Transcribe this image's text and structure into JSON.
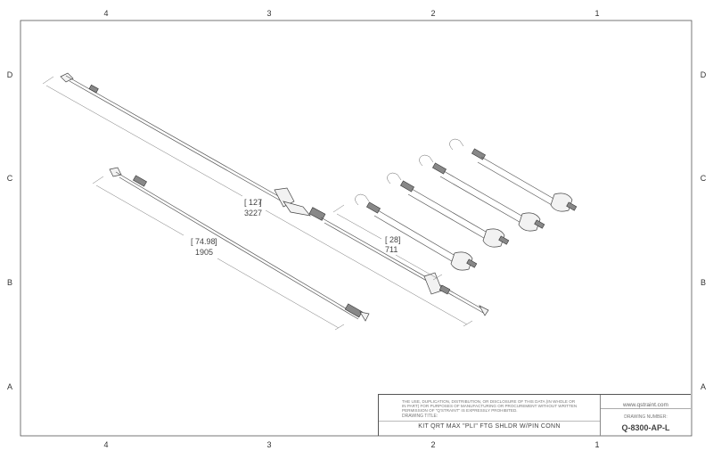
{
  "zones": {
    "columns": [
      "4",
      "3",
      "2",
      "1"
    ],
    "rows": [
      "D",
      "C",
      "B",
      "A"
    ]
  },
  "dimensions": {
    "long_strap": {
      "inch": "127",
      "mm": "3227"
    },
    "short_strap": {
      "inch": "74.98",
      "mm": "1905"
    },
    "shoulder_strap": {
      "inch": "28",
      "mm": "711"
    }
  },
  "title_block": {
    "disclaimer": "THE USE, DUPLICATION, DISTRIBUTION, OR DISCLOSURE OF THIS DATA (IN WHOLE OR IN PART) FOR PURPOSES OF MANUFACTURING OR PROCUREMENT WITHOUT WRITTEN PERMISSION OF \"Q'STRAINT\" IS EXPRESSLY PROHIBITED.",
    "drawing_title_label": "DRAWING TITLE:",
    "drawing_title": "KIT QRT MAX \"PLI\" FTG SHLDR W/PIN CONN",
    "website": "www.qstraint.com",
    "drawing_number_label": "DRAWING NUMBER:",
    "drawing_number": "Q-8300-AP-L"
  }
}
